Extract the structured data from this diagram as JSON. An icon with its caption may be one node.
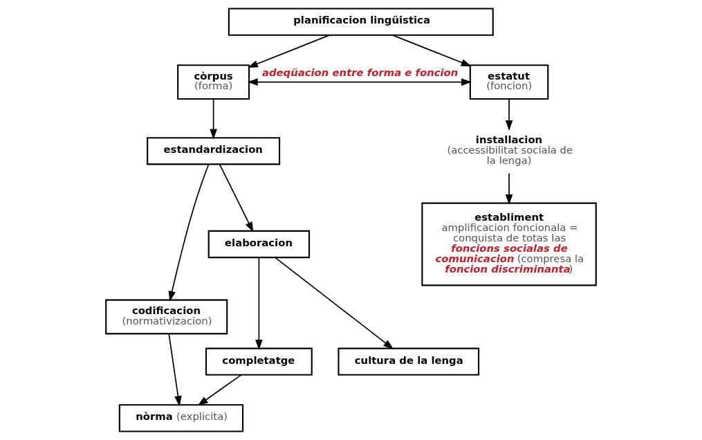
{
  "diagram": {
    "nodes": [
      {
        "text": [
          "planificacion lingüistica"
        ]
      },
      {
        "text": [
          "còrpus",
          "(forma)"
        ]
      },
      {
        "text": [
          "estatut",
          "(foncion)"
        ]
      },
      {
        "text": [
          "installacion",
          "(accessibilitat sociala de la lenga)"
        ]
      },
      {
        "text": [
          "establiment",
          "amplificacion foncionala = conquista de totas las **foncions socialas de comunicacion** (compresa la **foncion discriminanta**)"
        ]
      },
      {
        "text": [
          "estandardizacion"
        ]
      },
      {
        "text": [
          "codificacion",
          "(normativizacion)"
        ]
      },
      {
        "text": [
          "elaboracion"
        ]
      },
      {
        "text": [
          "completatge"
        ]
      },
      {
        "text": [
          "cultura de la lenga"
        ]
      },
      {
        "text": [
          "**nòrma** (explicita)"
        ]
      }
    ],
    "edges": [
      {
        "from": 0,
        "to": 1,
        "arrow": "to"
      },
      {
        "from": 0,
        "to": 2,
        "arrow": "to"
      },
      {
        "from": 1,
        "to": 2,
        "arrow": "both",
        "label": "adeqüacion entre forma e foncion"
      },
      {
        "from": 2,
        "to": 3,
        "arrow": "to"
      },
      {
        "from": 3,
        "to": 4,
        "arrow": "to"
      },
      {
        "from": 1,
        "to": 5,
        "arrow": "to"
      },
      {
        "from": 5,
        "to": 6,
        "arrow": "to"
      },
      {
        "from": 5,
        "to": 7,
        "arrow": "to"
      },
      {
        "from": 7,
        "to": 8,
        "arrow": "to"
      },
      {
        "from": 7,
        "to": 9,
        "arrow": "to"
      },
      {
        "from": 6,
        "to": 10,
        "arrow": "to"
      },
      {
        "from": 8,
        "to": 10,
        "arrow": "to"
      }
    ]
  }
}
